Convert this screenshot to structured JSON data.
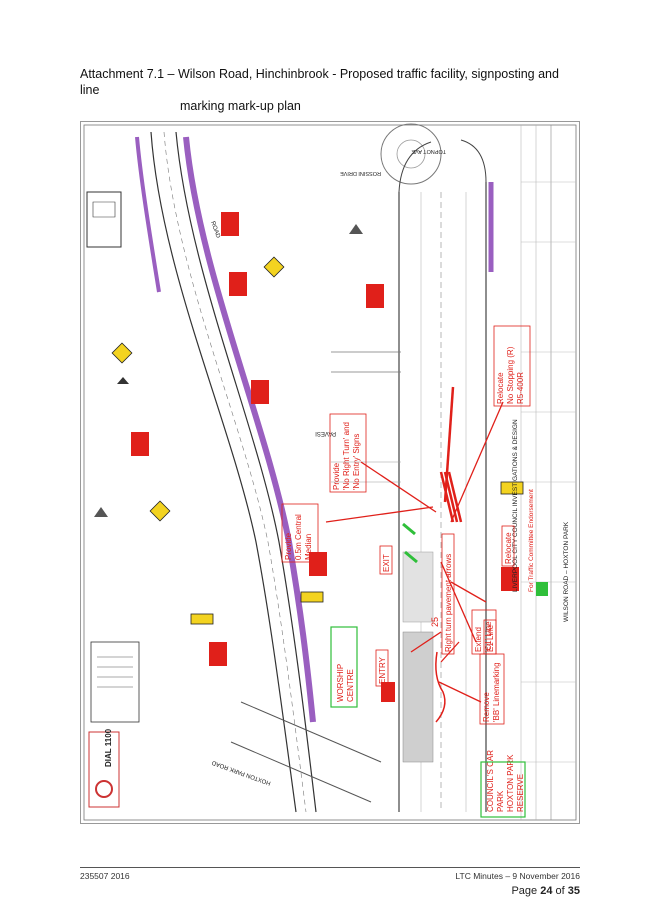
{
  "header": {
    "title_line1": "Attachment 7.1 – Wilson Road, Hinchinbrook - Proposed traffic facility, signposting and line",
    "title_line2": "marking mark-up plan"
  },
  "plan": {
    "annotations": {
      "relocate_stopping_1": "Relocate",
      "relocate_stopping_2": "No Stopping (R)",
      "relocate_stopping_3": "R5-400R",
      "provide_turn_1": "Provide",
      "provide_turn_2": "'No Right Turn' and",
      "provide_turn_3": "'No Entry' Signs",
      "provide_median_1": "Provide",
      "provide_median_2": "0.5m Central",
      "provide_median_3": "Median",
      "exit": "EXIT",
      "right_turn_arrows": "Right turn pavement arrows",
      "relocate": "Relocate",
      "extend_c1_1": "Extend",
      "extend_c1_2": "'C1' Line",
      "e1_line": "E1 Line",
      "remove_bb_1": "Remove",
      "remove_bb_2": "'BB' Linemarking",
      "entry": "ENTRY",
      "worship_1": "WORSHIP",
      "worship_2": "CENTRE",
      "councils_1": "COUNCIL'S CAR",
      "councils_2": "PARK",
      "councils_3": "HOXTON PARK",
      "councils_4": "RESERVE",
      "endorsement": "For Traffic Committee Endorsement",
      "council_name": "LIVERPOOL CITY COUNCIL INVESTIGATIONS & DESIGN",
      "project": "WILSON ROAD – HOXTON PARK",
      "dial": "DIAL 1100",
      "speed": "25"
    },
    "street_names": {
      "topnot": "TOPNOT AVE",
      "rossini": "ROSSINI DRIVE",
      "pavesi": "PAVESI",
      "hoxton": "HOXTON PARK ROAD",
      "road": "ROAD"
    }
  },
  "footer": {
    "doc_id": "235507 2016",
    "minutes": "LTC Minutes – 9 November 2016",
    "page_prefix": "Page ",
    "page_current": "24",
    "page_of": " of ",
    "page_total": "35"
  },
  "colors": {
    "markup_red": "#e0201a",
    "median_purple": "#9a5fc0",
    "worship_green": "#2fbf3a"
  }
}
